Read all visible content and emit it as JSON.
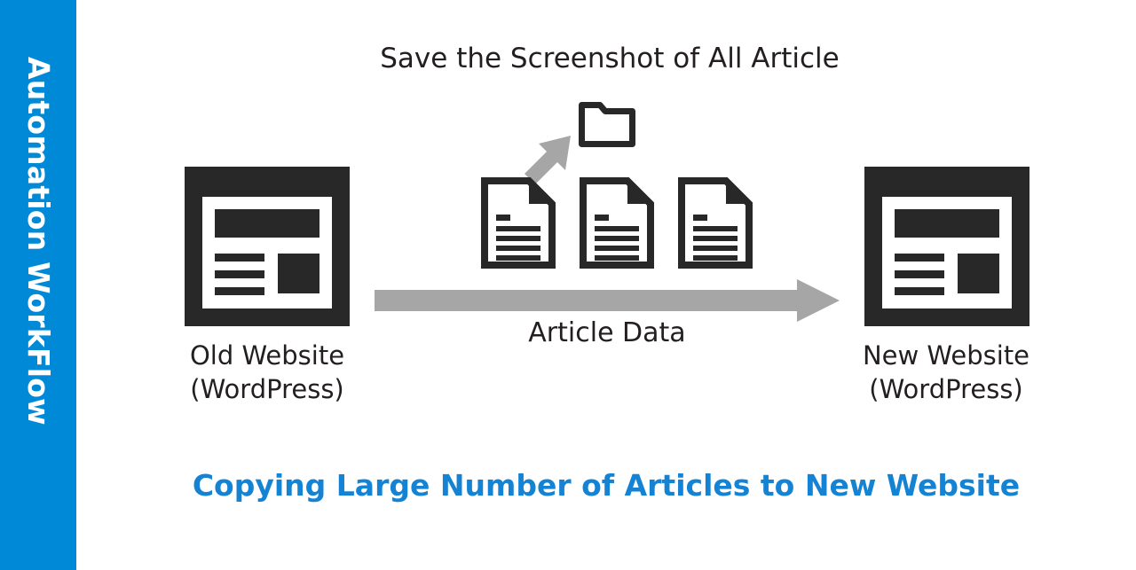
{
  "sidebar": {
    "label": "Automation WorkFlow",
    "color": "#0089d7"
  },
  "diagram": {
    "headline": "Save the Screenshot of All Article",
    "flow_label": "Article Data",
    "caption": "Copying Large Number of Articles to New Website",
    "caption_color": "#1583d4",
    "icon_color": "#282828",
    "arrow_color": "#a6a6a6",
    "nodes": [
      {
        "id": "old-website",
        "icon": "website-page-icon",
        "label_line1": "Old Website",
        "label_line2": "(WordPress)"
      },
      {
        "id": "new-website",
        "icon": "website-page-icon",
        "label_line1": "New Website",
        "label_line2": "(WordPress)"
      }
    ],
    "documents": [
      {
        "id": "article-document-1",
        "icon": "document-icon"
      },
      {
        "id": "article-document-2",
        "icon": "document-icon"
      },
      {
        "id": "article-document-3",
        "icon": "document-icon"
      }
    ],
    "folder": {
      "id": "screenshot-folder",
      "icon": "folder-icon"
    },
    "arrows": [
      {
        "id": "save-to-folder-arrow",
        "icon": "arrow-up-right-icon"
      },
      {
        "id": "article-data-arrow",
        "icon": "arrow-right-icon"
      }
    ]
  }
}
